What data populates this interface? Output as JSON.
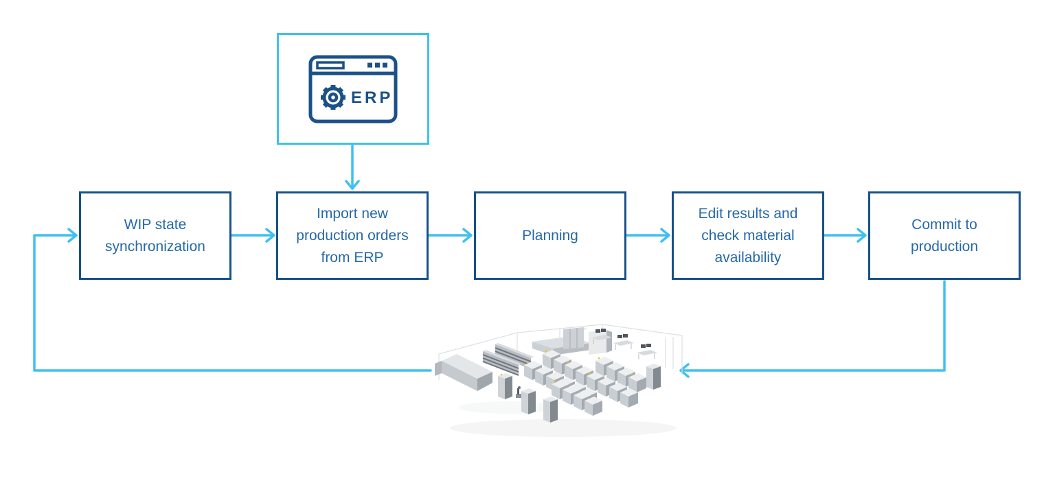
{
  "colors": {
    "accent_light_blue": "#41C0F0",
    "node_border_blue": "#17518A",
    "node_text_blue": "#2568A9",
    "erp_icon_blue": "#1B5189",
    "background": "#FFFFFF"
  },
  "erp_source": {
    "label": "ERP",
    "icon": "erp-browser-window-icon"
  },
  "nodes": [
    {
      "label": "WIP state synchronization"
    },
    {
      "label": "Import new production orders from ERP"
    },
    {
      "label": "Planning"
    },
    {
      "label": "Edit results and check material availability"
    },
    {
      "label": "Commit to production"
    }
  ],
  "edges": [
    {
      "from": "ERP",
      "to": "Import new production orders from ERP"
    },
    {
      "from": "WIP state synchronization",
      "to": "Import new production orders from ERP"
    },
    {
      "from": "Import new production orders from ERP",
      "to": "Planning"
    },
    {
      "from": "Planning",
      "to": "Edit results and check material availability"
    },
    {
      "from": "Edit results and check material availability",
      "to": "Commit to production"
    },
    {
      "from": "Commit to production",
      "to": "factory-floor"
    },
    {
      "from": "factory-floor",
      "to": "WIP state synchronization"
    }
  ],
  "factory": {
    "icon": "factory-floor-image"
  }
}
